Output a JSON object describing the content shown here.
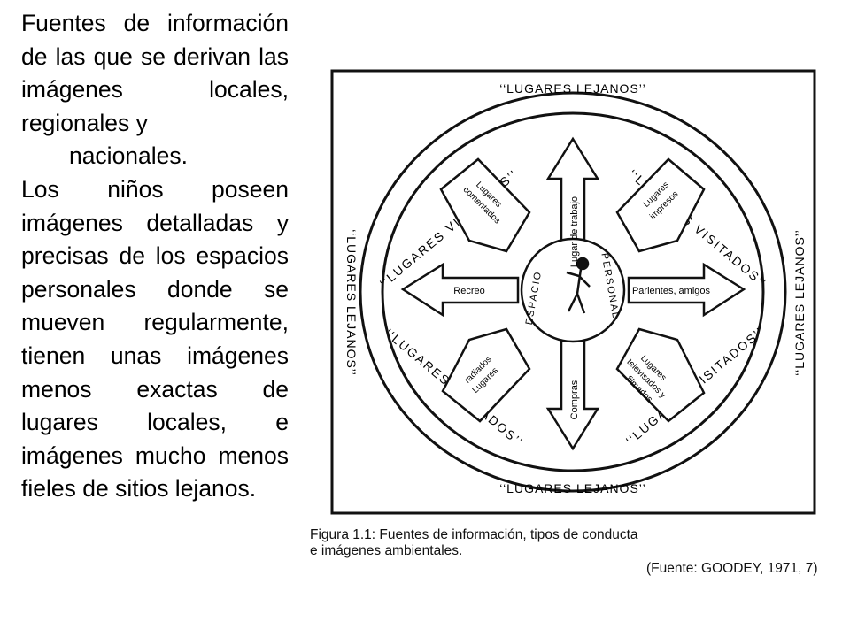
{
  "text": {
    "paragraph1_part1": "Fuentes de información de las que se derivan las imágenes locales, regionales y",
    "paragraph1_part2": "nacionales.",
    "paragraph2": "Los niños poseen imágenes detalladas y precisas de los espacios personales donde se mueven regularmente, tienen unas imágenes menos exactas de lugares locales, e imágenes mucho menos fieles de sitios lejanos."
  },
  "diagram": {
    "far_places": "‘‘LUGARES LEJANOS’’",
    "visited_places": "‘‘LUGARES VISITADOS’’",
    "personal_space": "ESPACIO PERSONAL",
    "arrows": {
      "up": "Lugar de trabajo",
      "down": "Compras",
      "left": "Recreo",
      "right": "Parientes, amigos"
    },
    "boxes": {
      "top_left": [
        "Lugares",
        "comentados"
      ],
      "top_right": [
        "Lugares",
        "impresos"
      ],
      "bottom_left": [
        "Lugares",
        "radiados"
      ],
      "bottom_right": [
        "Lugares",
        "televisados y",
        "filmados"
      ]
    }
  },
  "caption": {
    "line1": "Figura 1.1: Fuentes de información, tipos de conducta",
    "line2": "e imágenes ambientales.",
    "source": "(Fuente: GOODEY, 1971, 7)"
  }
}
